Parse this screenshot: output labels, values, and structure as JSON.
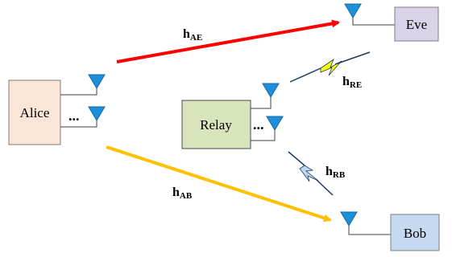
{
  "nodes": {
    "alice": {
      "label": "Alice",
      "fill": "#fbe5d6",
      "stroke": "#7f7f7f"
    },
    "relay": {
      "label": "Relay",
      "fill": "#d8e4bc",
      "stroke": "#4a4a4a"
    },
    "eve": {
      "label": "Eve",
      "fill": "#d9d2e9",
      "stroke": "#7f7f7f"
    },
    "bob": {
      "label": "Bob",
      "fill": "#c5d9f1",
      "stroke": "#7f7f7f"
    }
  },
  "ellipsis": "...",
  "channels": {
    "ae": {
      "main": "h",
      "sub": "AE",
      "color": "#ff0000"
    },
    "ab": {
      "main": "h",
      "sub": "AB",
      "color": "#ffc000"
    },
    "re": {
      "main": "h",
      "sub": "RE",
      "bolt_color": "#ffff00"
    },
    "rb": {
      "main": "h",
      "sub": "RB",
      "bolt_color": "#bdd7ee"
    }
  },
  "colors": {
    "antenna": "#1e90d8",
    "antenna_stroke": "#1565a8",
    "wire": "#404040",
    "bolt_line": "#1f3864"
  }
}
